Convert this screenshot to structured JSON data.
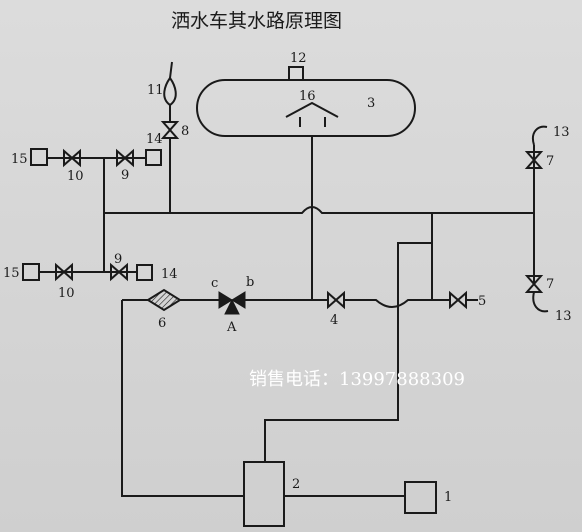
{
  "title": "洒水车其水路原理图",
  "sales_contact": "销售电话：13997888309",
  "labels": {
    "tank": "3",
    "c16": "16",
    "c12": "12",
    "c11": "11",
    "c8": "8",
    "c14_top": "14",
    "c15_top": "15",
    "c10_top": "10",
    "c9_top": "9",
    "c15_bot": "15",
    "c10_bot": "10",
    "c9_bot": "9",
    "c14_bot": "14",
    "c6": "6",
    "pump_a": "A",
    "pump_c": "c",
    "pump_b": "b",
    "c4": "4",
    "c5": "5",
    "c7_top": "7",
    "c13_top": "13",
    "c7_bot": "7",
    "c13_bot": "13",
    "c2": "2",
    "c1": "1"
  }
}
